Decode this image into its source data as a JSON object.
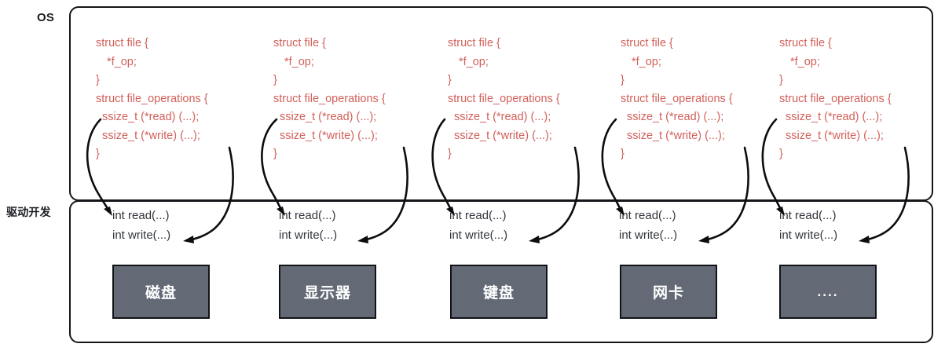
{
  "labels": {
    "os": "OS",
    "driver": "驱动开发"
  },
  "colors": {
    "code_red": "#d1605a",
    "device_fill": "#636a76",
    "outline": "#141619",
    "driver_text": "#32363c"
  },
  "code_block": {
    "lines": [
      "struct file {",
      "*f_op;",
      "}",
      "struct file_operations {",
      "ssize_t (*read) (...);",
      "ssize_t (*write) (...);",
      "}"
    ]
  },
  "driver_block": {
    "lines": [
      "int  read(...)",
      "int  write(...)"
    ]
  },
  "columns": [
    {
      "id": "col-1",
      "device": "磁盘",
      "code": {
        "l0": "struct file {",
        "l1": "*f_op;",
        "l2": "}",
        "l3": "struct file_operations {",
        "l4": "ssize_t (*read) (...);",
        "l5": "ssize_t (*write) (...);",
        "l6": "}"
      },
      "driver": {
        "read": "int  read(...)",
        "write": "int  write(...)"
      }
    },
    {
      "id": "col-2",
      "device": "显示器",
      "code": {
        "l0": "struct file {",
        "l1": "*f_op;",
        "l2": "}",
        "l3": "struct file_operations {",
        "l4": "ssize_t (*read) (...);",
        "l5": "ssize_t (*write) (...);",
        "l6": "}"
      },
      "driver": {
        "read": "int  read(...)",
        "write": "int  write(...)"
      }
    },
    {
      "id": "col-3",
      "device": "键盘",
      "code": {
        "l0": "struct file {",
        "l1": "*f_op;",
        "l2": "}",
        "l3": "struct file_operations {",
        "l4": "ssize_t (*read) (...);",
        "l5": "ssize_t (*write) (...);",
        "l6": "}"
      },
      "driver": {
        "read": "int  read(...)",
        "write": "int  write(...)"
      }
    },
    {
      "id": "col-4",
      "device": "网卡",
      "code": {
        "l0": "struct file {",
        "l1": "*f_op;",
        "l2": "}",
        "l3": "struct file_operations {",
        "l4": "ssize_t (*read) (...);",
        "l5": "ssize_t (*write) (...);",
        "l6": "}"
      },
      "driver": {
        "read": "int  read(...)",
        "write": "int  write(...)"
      }
    },
    {
      "id": "col-5",
      "device": "....",
      "code": {
        "l0": "struct file {",
        "l1": "*f_op;",
        "l2": "}",
        "l3": "struct file_operations {",
        "l4": "ssize_t (*read) (...);",
        "l5": "ssize_t (*write) (...);",
        "l6": "}"
      },
      "driver": {
        "read": "int  read(...)",
        "write": "int  write(...)"
      }
    }
  ]
}
